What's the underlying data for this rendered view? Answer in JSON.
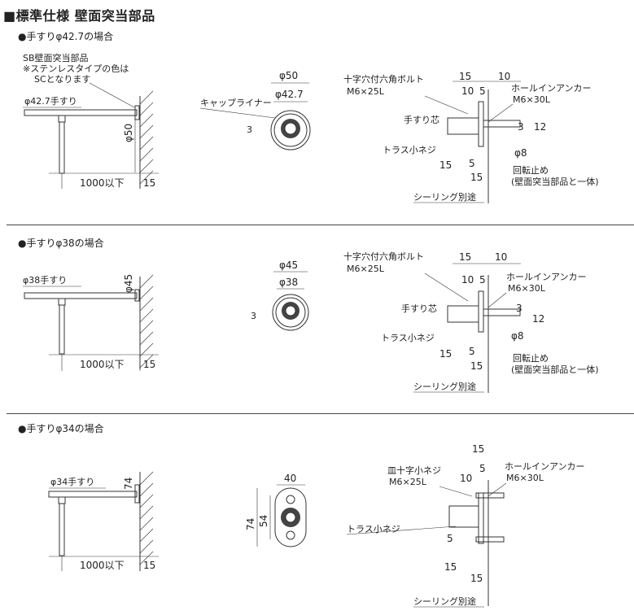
{
  "page": {
    "title": "■標準仕様 壁面突当部品"
  },
  "sections": [
    {
      "heading": "●手すりφ42.7の場合",
      "side": {
        "note1": "SB壁面突当部品",
        "note2": "※ステンレスタイプの色は",
        "note3": "SCとなります",
        "rail": "φ42.7手すり",
        "height": "φ50",
        "span": "1000以下",
        "gap": "15"
      },
      "front": {
        "outer": "φ50",
        "inner": "φ42.7",
        "liner": "キャップライナー",
        "offset": "3"
      },
      "detail": {
        "bolt1": "十字穴付六角ボルト",
        "bolt2": "M6×25L",
        "anchor1": "ホールインアンカー",
        "anchor2": "M6×30L",
        "core": "手すり芯",
        "screw": "トラス小ネジ",
        "stop1": "回転止め",
        "stop2": "(壁面突当部品と一体)",
        "seal": "シーリング別途",
        "d15a": "15",
        "d10a": "10",
        "d10b": "10",
        "d5a": "5",
        "d3": "3",
        "d12": "12",
        "d8": "φ8",
        "d15b": "15",
        "d5b": "5",
        "d15c": "15"
      }
    },
    {
      "heading": "●手すりφ38の場合",
      "side": {
        "rail": "φ38手すり",
        "height": "φ45",
        "span": "1000以下",
        "gap": "15"
      },
      "front": {
        "outer": "φ45",
        "inner": "φ38",
        "offset": "3"
      },
      "detail": {
        "bolt1": "十字穴付六角ボルト",
        "bolt2": "M6×25L",
        "anchor1": "ホールインアンカー",
        "anchor2": "M6×30L",
        "core": "手すり芯",
        "screw": "トラス小ネジ",
        "stop1": "回転止め",
        "stop2": "(壁面突当部品と一体)",
        "seal": "シーリング別途",
        "d15a": "15",
        "d10a": "10",
        "d10b": "10",
        "d5a": "5",
        "d3": "3",
        "d12": "12",
        "d8": "φ8",
        "d15b": "15",
        "d5b": "5",
        "d15c": "15"
      }
    },
    {
      "heading": "●手すりφ34の場合",
      "side": {
        "rail": "φ34手すり",
        "height": "74",
        "span": "1000以下",
        "gap": "15"
      },
      "front": {
        "width": "40",
        "h1": "74",
        "h2": "54"
      },
      "detail": {
        "bolt1": "皿十字小ネジ",
        "bolt2": "M6×25L",
        "anchor1": "ホールインアンカー",
        "anchor2": "M6×30L",
        "screw": "トラス小ネジ",
        "seal": "シーリング別途",
        "d15a": "15",
        "d10a": "10",
        "d5a": "5",
        "d5b": "5",
        "d15b": "15",
        "d15c": "15"
      }
    }
  ]
}
